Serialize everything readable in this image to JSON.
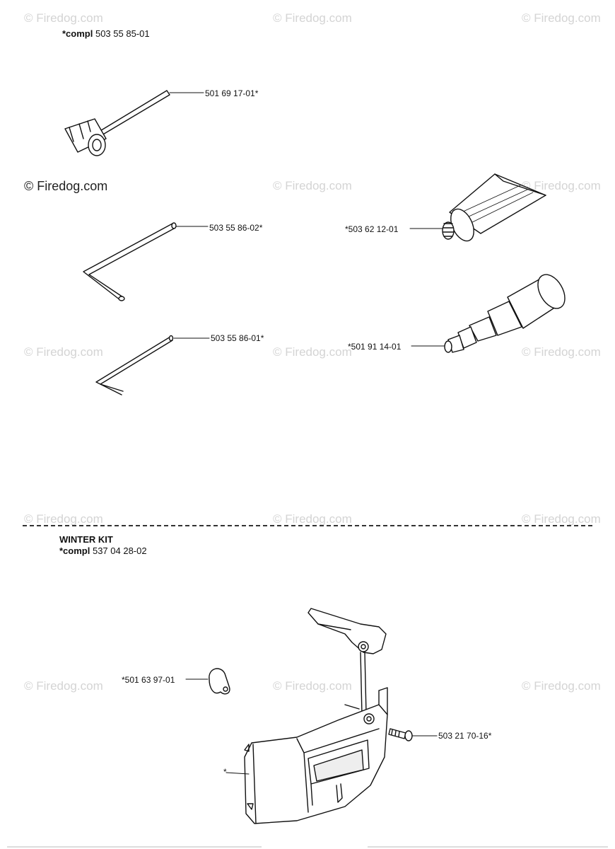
{
  "watermarks": {
    "text": "© Firedog.com",
    "highlight_text": "© Firedog.com"
  },
  "kit1": {
    "compl_prefix": "*compl",
    "compl_number": "503 55 85-01"
  },
  "kit2": {
    "title": "WINTER KIT",
    "compl_prefix": "*compl",
    "compl_number": "537 04 28-02"
  },
  "parts": {
    "spark_plug_wrench": "501 69 17-01*",
    "hex_key_large": "503 55 86-02*",
    "hex_key_small": "503 55 86-01*",
    "grease_tube": "*503 62 12-01",
    "bearing_tool": "*501 91 14-01",
    "cover_plate": "*501 63 97-01",
    "screw": "503 21 70-16*",
    "winter_cover": "*"
  }
}
